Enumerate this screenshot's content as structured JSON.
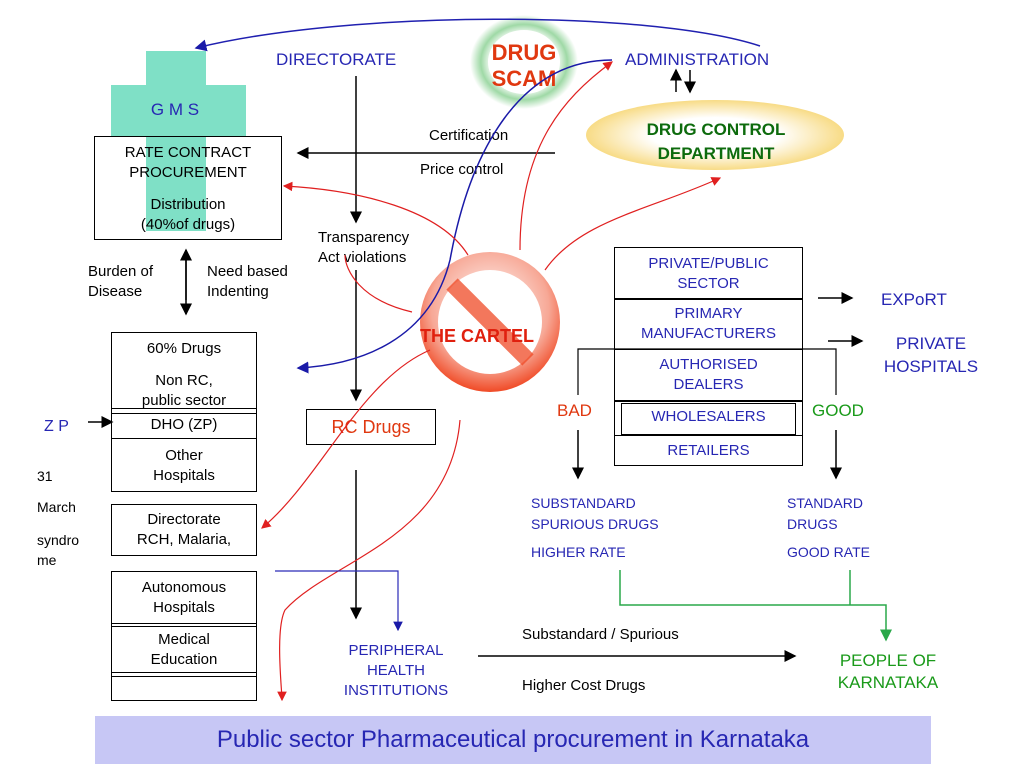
{
  "scam": {
    "line1": "DRUG",
    "line2": "SCAM"
  },
  "gms": {
    "label": "G M S"
  },
  "directorate": "DIRECTORATE",
  "administration": "ADMINISTRATION",
  "dcd": {
    "line1": "DRUG CONTROL",
    "line2": "DEPARTMENT"
  },
  "rate_box": {
    "title": "RATE CONTRACT\nPROCUREMENT",
    "dist": "Distribution\n(40%of drugs)"
  },
  "certification": "Certification",
  "price_control": "Price control",
  "transparency": "Transparency\nAct violations",
  "cartel": "THE CARTEL",
  "burden": "Burden of\nDisease",
  "need": "Need based\nIndenting",
  "left_stack": {
    "drugs60": "60% Drugs",
    "nonrc": "Non RC,\npublic sector",
    "dho": "DHO (ZP)",
    "other": "Other\nHospitals"
  },
  "zp": "Z P",
  "march": {
    "a": "31",
    "b": "March",
    "c": "syndro\nme"
  },
  "dir_rch": "Directorate\nRCH, Malaria,",
  "bottom_stack": {
    "auto": "Autonomous\nHospitals",
    "med": "Medical\nEducation"
  },
  "rc_drugs": "RC Drugs",
  "peripheral": "PERIPHERAL\nHEALTH\nINSTITUTIONS",
  "substd_label": "Substandard / Spurious",
  "higher_cost": "Higher Cost Drugs",
  "people": "PEOPLE OF\nKARNATAKA",
  "right_stack": {
    "private_public": "PRIVATE/PUBLIC\nSECTOR",
    "primary": "PRIMARY\nMANUFACTURERS",
    "authorised": "AUTHORISED\nDEALERS",
    "wholesalers": "WHOLESALERS",
    "retailers": "RETAILERS"
  },
  "export": "EXPoRT",
  "private_hospitals": "PRIVATE\nHOSPITALS",
  "bad": "BAD",
  "good": "GOOD",
  "substandard_drugs": "SUBSTANDARD\nSPURIOUS DRUGS",
  "higher_rate": "HIGHER RATE",
  "standard_drugs": "STANDARD\nDRUGS",
  "good_rate": "GOOD RATE",
  "footer_title": "Public sector Pharmaceutical procurement in Karnataka",
  "colors": {
    "footer_bg": "#c7c7f5",
    "accent_blue": "#2727b3",
    "accent_red": "#e03810",
    "cartel_red": "#f04a26",
    "dcd_yellow": "#f7d777",
    "gms_green": "#7fe0c6"
  }
}
